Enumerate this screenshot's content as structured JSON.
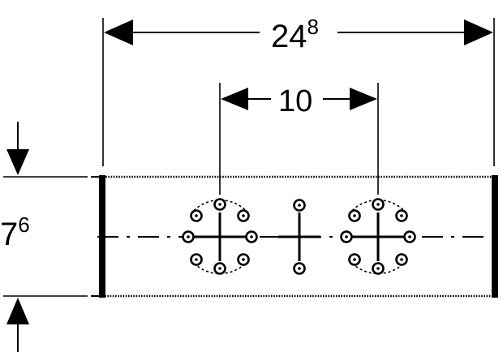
{
  "dimensions": {
    "total_width": {
      "main": "24",
      "sup": "8"
    },
    "spacing": {
      "main": "10"
    },
    "height": {
      "main": "7",
      "sup": "6"
    }
  },
  "colors": {
    "line": "#000000",
    "background": "#ffffff"
  },
  "fixtures": [
    {
      "kind": "rosette-valve"
    },
    {
      "kind": "center-cross"
    },
    {
      "kind": "rosette-valve"
    }
  ]
}
